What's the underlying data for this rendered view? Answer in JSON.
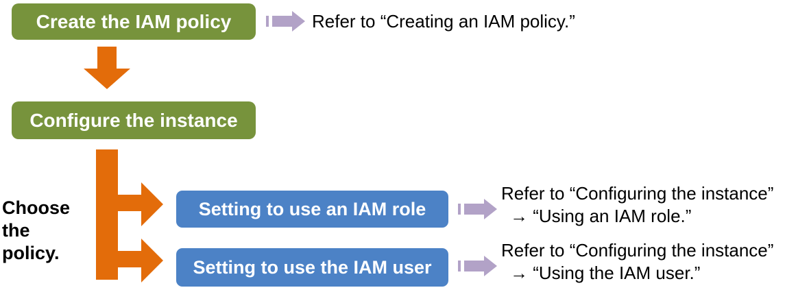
{
  "colors": {
    "step_green": "#77933C",
    "arrow_orange": "#E36C0A",
    "option_blue": "#4C82C6",
    "refer_purple": "#B2A2C7",
    "text_black": "#000000",
    "box_text_white": "#FFFFFF"
  },
  "steps": {
    "create_policy": {
      "label": "Create the IAM policy"
    },
    "configure_instance": {
      "label": "Configure the instance"
    }
  },
  "choice": {
    "line1": "Choose",
    "line2": "the",
    "line3": "policy."
  },
  "options": {
    "iam_role": {
      "label": "Setting to use an IAM role"
    },
    "iam_user": {
      "label": "Setting to use the IAM user"
    }
  },
  "notes": {
    "create_policy": {
      "line1": "Refer to “Creating an IAM policy.”"
    },
    "iam_role": {
      "line1": "Refer to “Configuring the instance”",
      "line2": "→ “Using an IAM role.”"
    },
    "iam_user": {
      "line1": "Refer to “Configuring the instance”",
      "line2": "→ “Using the IAM user.”"
    }
  }
}
